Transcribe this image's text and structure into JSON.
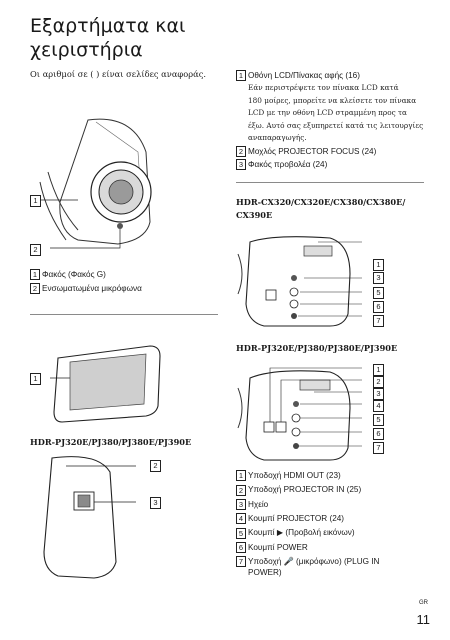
{
  "header": {
    "title_line1": "Εξαρτήματα και",
    "title_line2": "χειριστήρια",
    "note": "Οι αριθμοί σε ( ) είναι σελίδες αναφοράς."
  },
  "left": {
    "fig1_labels": [
      "1",
      "2"
    ],
    "fig1_items": [
      {
        "num": "1",
        "text": "Φακός (Φακός G)"
      },
      {
        "num": "2",
        "text": "Ενσωματωμένα μικρόφωνα"
      }
    ],
    "fig2_labels": [
      "1"
    ],
    "fig3_model": "HDR-PJ320E/PJ380/PJ380E/PJ390E",
    "fig3_labels": [
      "2",
      "3"
    ]
  },
  "right": {
    "items_top": [
      {
        "num": "1",
        "text": "Οθόνη LCD/Πίνακας αφής (16)"
      },
      {
        "num": "2",
        "text": "Μοχλός PROJECTOR FOCUS (24)"
      },
      {
        "num": "3",
        "text": "Φακός προβολέα (24)"
      }
    ],
    "lcd_sub": [
      "Εάν περιστρέψετε τον πίνακα LCD κατά",
      "180 μοίρες, μπορείτε να κλείσετε τον πίνακα",
      "LCD με την οθόνη LCD στραμμένη προς τα",
      "έξω. Αυτό σας εξυπηρετεί κατά τις λειτουργίες",
      "αναπαραγωγής."
    ],
    "model1_line1": "HDR-CX320/CX320E/CX380/CX380E/",
    "model1_line2": "CX390E",
    "fig4_labels": [
      "1",
      "3",
      "5",
      "6",
      "7"
    ],
    "model2": "HDR-PJ320E/PJ380/PJ380E/PJ390E",
    "fig5_labels": [
      "1",
      "2",
      "3",
      "4",
      "5",
      "6",
      "7"
    ],
    "items_bottom": [
      {
        "num": "1",
        "text": "Υποδοχή HDMI OUT (23)"
      },
      {
        "num": "2",
        "text": "Υποδοχή PROJECTOR IN (25)"
      },
      {
        "num": "3",
        "text": "Ηχείο"
      },
      {
        "num": "4",
        "text": "Κουμπί PROJECTOR (24)"
      },
      {
        "num": "5",
        "text": "Κουμπί ▶ (Προβολή εικόνων)"
      },
      {
        "num": "6",
        "text": "Κουμπί POWER"
      },
      {
        "num": "7",
        "text": "Υποδοχή 🎤 (μικρόφωνο) (PLUG IN"
      },
      {
        "num": "",
        "text": "POWER)"
      }
    ]
  },
  "footer": {
    "lang": "GR",
    "page": "11"
  }
}
